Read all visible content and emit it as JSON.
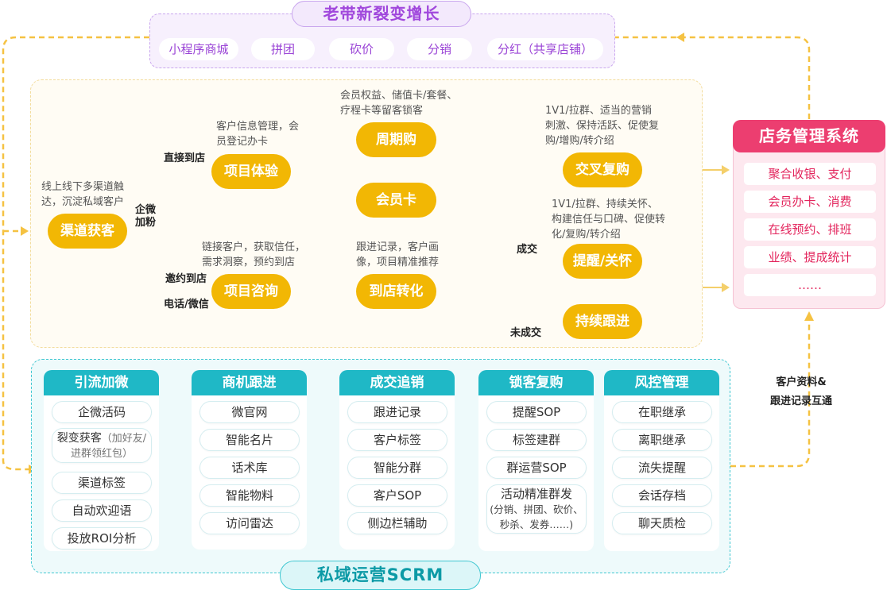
{
  "top": {
    "title": "老带新裂变增长",
    "pills": [
      "小程序商城",
      "拼团",
      "砍价",
      "分销",
      "分红（共享店铺）"
    ]
  },
  "funnel": {
    "channel": {
      "label": "渠道获客",
      "note": "线上线下多渠道触达，沉淀私域客户"
    },
    "wecom_label_1": "企微",
    "wecom_label_2": "加粉",
    "direct_label": "直接到店",
    "invite_label_1": "邀约到店",
    "invite_label_2": "电话/微信",
    "experience": {
      "label": "项目体验",
      "note": "客户信息管理，会员登记办卡"
    },
    "consult": {
      "label": "项目咨询",
      "note": "链接客户，获取信任，需求洞察，预约到店"
    },
    "periodic": {
      "label": "周期购",
      "note": "会员权益、储值卡/套餐、疗程卡等留客锁客"
    },
    "member_card": {
      "label": "会员卡"
    },
    "visit": {
      "label": "到店转化",
      "note": "跟进记录，客户画像，项目精准推荐"
    },
    "cross": {
      "label": "交叉复购",
      "note": "1V1/拉群、适当的营销刺激、保持活跃、促使复购/增购/转介绍"
    },
    "remind": {
      "label": "提醒/关怀",
      "note": "1V1/拉群、持续关怀、构建信任与口碑、促使转化/复购/转介绍"
    },
    "followup": {
      "label": "持续跟进"
    },
    "deal_label": "成交",
    "nodeal_label": "未成交"
  },
  "store": {
    "title": "店务管理系统",
    "items": [
      "聚合收银、支付",
      "会员办卡、消费",
      "在线预约、排班",
      "业绩、提成统计",
      "……"
    ]
  },
  "sync": {
    "line1": "客户资料&",
    "line2": "跟进记录互通"
  },
  "scrm": {
    "title": "私域运营SCRM",
    "columns": [
      {
        "head": "引流加微",
        "items": [
          "企微活码",
          "裂变获客",
          "渠道标签",
          "自动欢迎语",
          "投放ROI分析"
        ],
        "sub": "（加好友/进群领红包）"
      },
      {
        "head": "商机跟进",
        "items": [
          "微官网",
          "智能名片",
          "话术库",
          "智能物料",
          "访问雷达"
        ]
      },
      {
        "head": "成交追销",
        "items": [
          "跟进记录",
          "客户标签",
          "智能分群",
          "客户SOP",
          "侧边栏辅助"
        ]
      },
      {
        "head": "锁客复购",
        "items": [
          "提醒SOP",
          "标签建群",
          "群运营SOP",
          "活动精准群发"
        ],
        "sub": "(分销、拼团、砍价、秒杀、发券……)"
      },
      {
        "head": "风控管理",
        "items": [
          "在职继承",
          "离职继承",
          "流失提醒",
          "会话存档",
          "聊天质检"
        ]
      }
    ]
  },
  "colors": {
    "purple": "#a047dc",
    "yellow": "#f2b704",
    "pink": "#ec3e70",
    "teal": "#1fb8c6",
    "dash": "#f5c242"
  }
}
